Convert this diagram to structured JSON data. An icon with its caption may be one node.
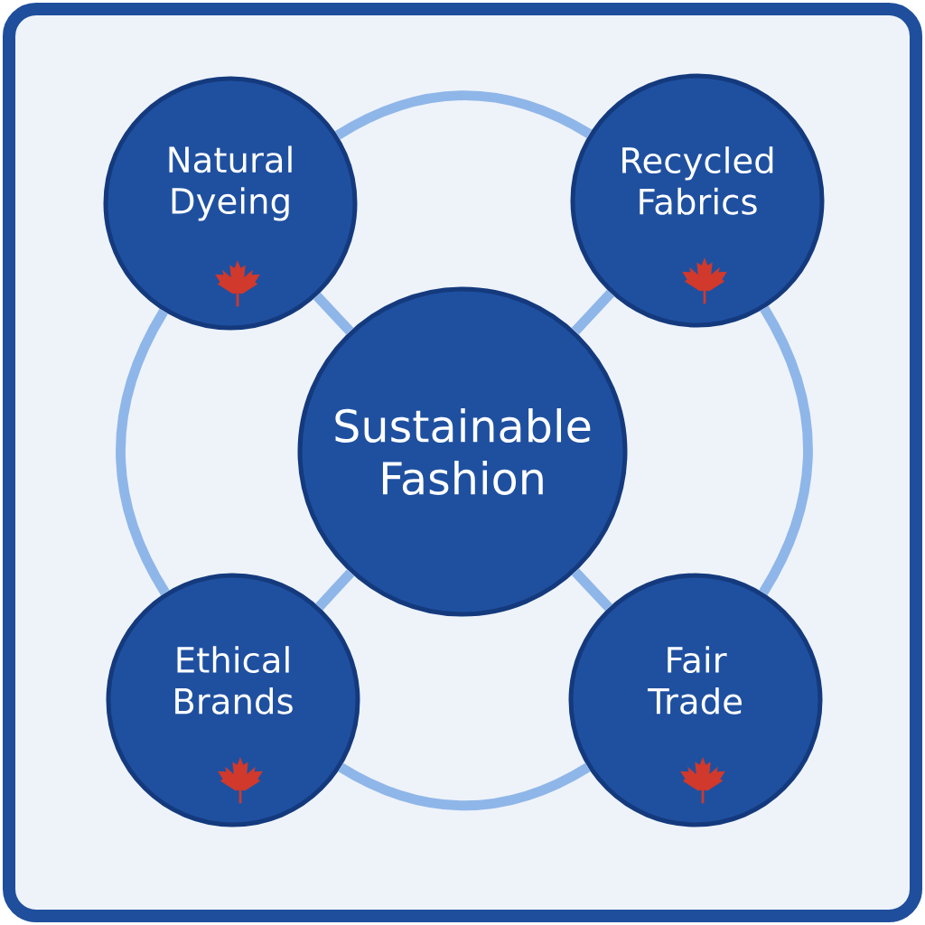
{
  "diagram": {
    "nodes": [
      {
        "text": [
          "Natural Dyeing"
        ]
      },
      {
        "text": [
          "Recycled Fabrics"
        ]
      },
      {
        "text": [
          "Sustainable Fashion"
        ]
      },
      {
        "text": [
          "Ethical Brands"
        ]
      },
      {
        "text": [
          "Fair Trade"
        ]
      }
    ],
    "edges": [
      {
        "from": 2,
        "to": 0,
        "arrow": "none"
      },
      {
        "from": 2,
        "to": 1,
        "arrow": "none"
      },
      {
        "from": 2,
        "to": 3,
        "arrow": "none"
      },
      {
        "from": 2,
        "to": 4,
        "arrow": "none"
      },
      {
        "from": 0,
        "to": 1,
        "arrow": "none"
      },
      {
        "from": 1,
        "to": 4,
        "arrow": "none"
      },
      {
        "from": 4,
        "to": 3,
        "arrow": "none"
      },
      {
        "from": 3,
        "to": 0,
        "arrow": "none"
      }
    ]
  }
}
